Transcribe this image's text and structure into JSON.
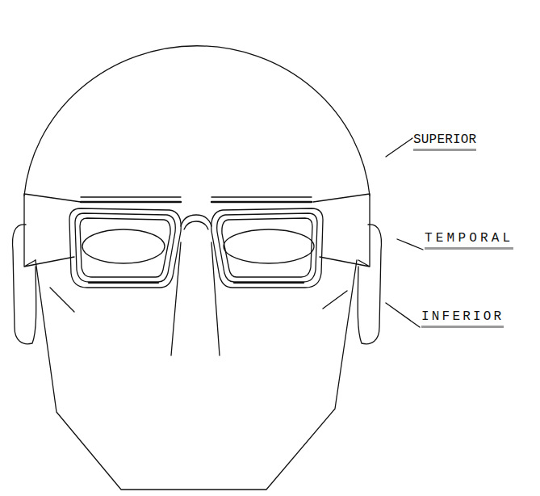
{
  "diagram": {
    "labels": [
      "SUPERIOR",
      "TEMPORAL",
      "INFERIOR"
    ]
  }
}
